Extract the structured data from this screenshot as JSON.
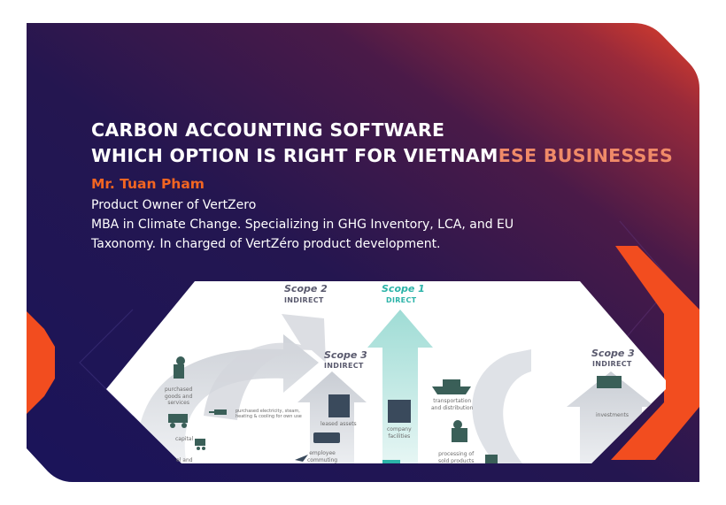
{
  "title": {
    "line1": "CARBON ACCOUNTING SOFTWARE",
    "line2_main": "WHICH OPTION IS RIGHT FOR VIETNAM",
    "line2_highlight": "ESE BUSINESSES"
  },
  "speaker": {
    "name": "Mr. Tuan Pham",
    "role": "Product Owner of VertZero",
    "bio_line1": "MBA in Climate Change. Specializing in GHG Inventory, LCA, and EU",
    "bio_line2": "Taxonomy. In charged of VertZéro product development."
  },
  "infographic": {
    "scope2": {
      "label": "Scope 2",
      "sub": "INDIRECT"
    },
    "scope1": {
      "label": "Scope 1",
      "sub": "DIRECT"
    },
    "scope3_left": {
      "label": "Scope 3",
      "sub": "INDIRECT"
    },
    "scope3_right": {
      "label": "Scope 3",
      "sub": "INDIRECT"
    },
    "items": {
      "purchased_goods_1": "purchased",
      "purchased_goods_2": "goods and",
      "purchased_goods_3": "services",
      "electricity_1": "purchased electricity, steam,",
      "electricity_2": "heating & cooling for own use",
      "capital": "capital",
      "leased": "leased assets",
      "employee_1": "employee",
      "employee_2": "commuting",
      "company_1": "company",
      "company_2": "facilities",
      "transport_1": "transportation",
      "transport_2": "and distribution",
      "processing_1": "processing of",
      "processing_2": "sold products",
      "investments": "investments",
      "fuel_partial": "el and"
    }
  },
  "colors": {
    "background_dark": "#1c1456",
    "accent_orange": "#f26522",
    "highlight_peach": "#f08a68",
    "scope1_teal": "#2bb3a8",
    "scope_label_grey": "#5a5a6e"
  }
}
